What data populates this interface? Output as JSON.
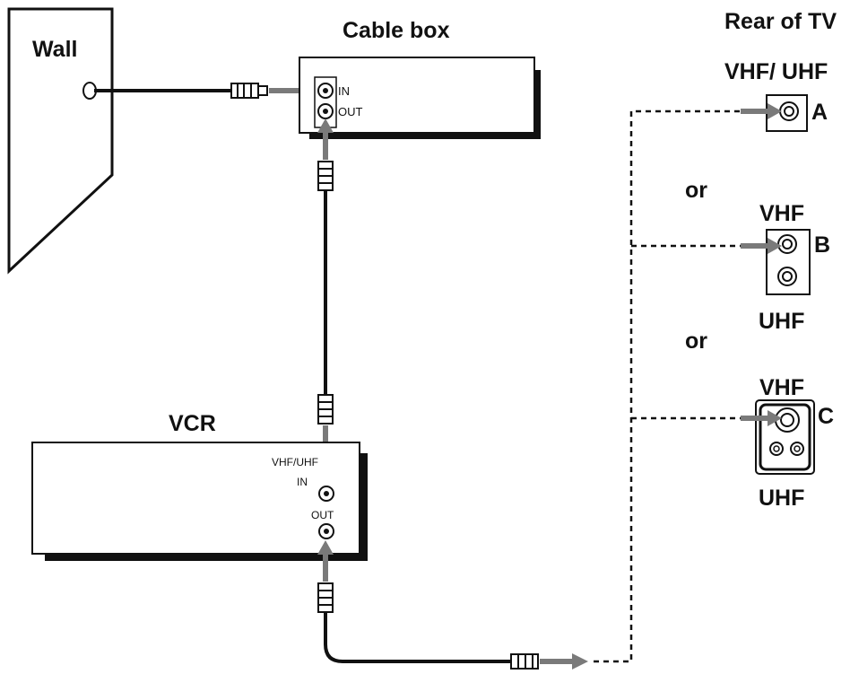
{
  "labels": {
    "wall": "Wall",
    "cable_box": "Cable box",
    "rear_of_tv": "Rear of TV",
    "vcr": "VCR",
    "cable_in": "IN",
    "cable_out": "OUT",
    "vcr_vhf_uhf": "VHF/UHF",
    "vcr_in": "IN",
    "vcr_out": "OUT",
    "tv_a_top": "VHF/ UHF",
    "tv_a_letter": "A",
    "or_1": "or",
    "tv_b_top": "VHF",
    "tv_b_letter": "B",
    "tv_b_bottom": "UHF",
    "or_2": "or",
    "tv_c_top": "VHF",
    "tv_c_letter": "C",
    "tv_c_bottom": "UHF"
  },
  "colors": {
    "arrow": "#7a7a7a",
    "line": "#111111"
  }
}
